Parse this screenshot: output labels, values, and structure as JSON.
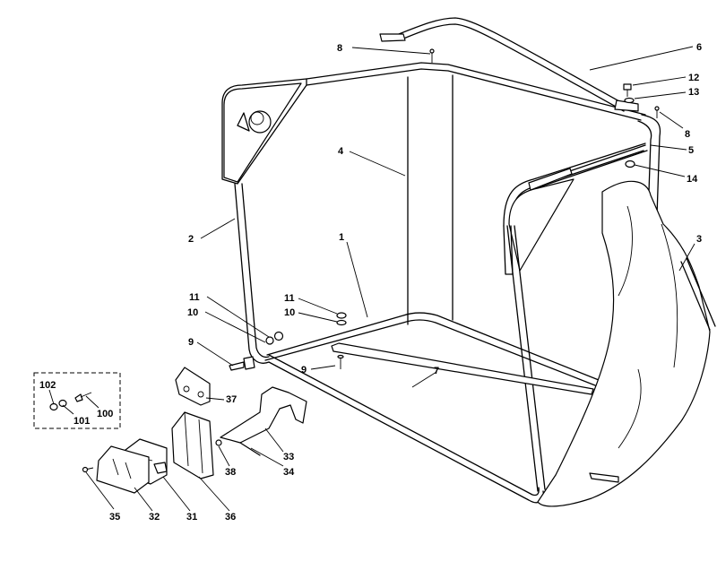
{
  "callouts": [
    {
      "id": "c8a",
      "text": "8"
    },
    {
      "id": "c6",
      "text": "6"
    },
    {
      "id": "c12",
      "text": "12"
    },
    {
      "id": "c13",
      "text": "13"
    },
    {
      "id": "c8b",
      "text": "8"
    },
    {
      "id": "c5",
      "text": "5"
    },
    {
      "id": "c4",
      "text": "4"
    },
    {
      "id": "c14",
      "text": "14"
    },
    {
      "id": "c2",
      "text": "2"
    },
    {
      "id": "c1",
      "text": "1"
    },
    {
      "id": "c3",
      "text": "3"
    },
    {
      "id": "c11a",
      "text": "11"
    },
    {
      "id": "c11b",
      "text": "11"
    },
    {
      "id": "c10a",
      "text": "10"
    },
    {
      "id": "c10b",
      "text": "10"
    },
    {
      "id": "c9a",
      "text": "9"
    },
    {
      "id": "c9b",
      "text": "9"
    },
    {
      "id": "c7",
      "text": "7"
    },
    {
      "id": "c102",
      "text": "102"
    },
    {
      "id": "c101",
      "text": "101"
    },
    {
      "id": "c100",
      "text": "100"
    },
    {
      "id": "c37",
      "text": "37"
    },
    {
      "id": "c33",
      "text": "33"
    },
    {
      "id": "c34",
      "text": "34"
    },
    {
      "id": "c38",
      "text": "38"
    },
    {
      "id": "c35",
      "text": "35"
    },
    {
      "id": "c32",
      "text": "32"
    },
    {
      "id": "c31",
      "text": "31"
    },
    {
      "id": "c36",
      "text": "36"
    }
  ]
}
